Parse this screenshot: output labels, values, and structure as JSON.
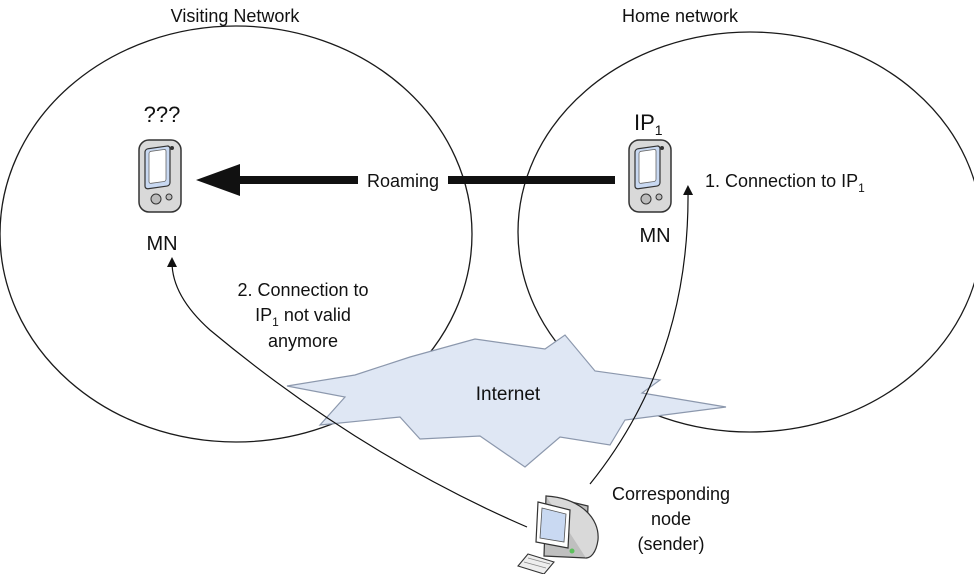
{
  "networks": {
    "visiting": {
      "title": "Visiting Network"
    },
    "home": {
      "title": "Home network"
    }
  },
  "mobile_node": {
    "visiting": {
      "address": "???",
      "label": "MN"
    },
    "home": {
      "address_base": "IP",
      "address_sub": "1",
      "label": "MN"
    }
  },
  "roaming": {
    "label": "Roaming"
  },
  "connection_1": {
    "text": "1. Connection to IP",
    "sub": "1"
  },
  "connection_2": {
    "line1": "2. Connection to",
    "line2_base": "IP",
    "line2_sub": "1",
    "line2_rest": " not valid",
    "line3": "anymore"
  },
  "internet": {
    "label": "Internet"
  },
  "corresponding_node": {
    "line1": "Corresponding",
    "line2": "node",
    "line3": "(sender)"
  },
  "colors": {
    "outline": "#1a1a1a",
    "cloud_fill": "#dfe7f4",
    "cloud_stroke": "#8c98ad",
    "device_body": "#d9d9d9",
    "device_screen": "#c9d9f2",
    "device_indicator": "#5cc05c"
  }
}
